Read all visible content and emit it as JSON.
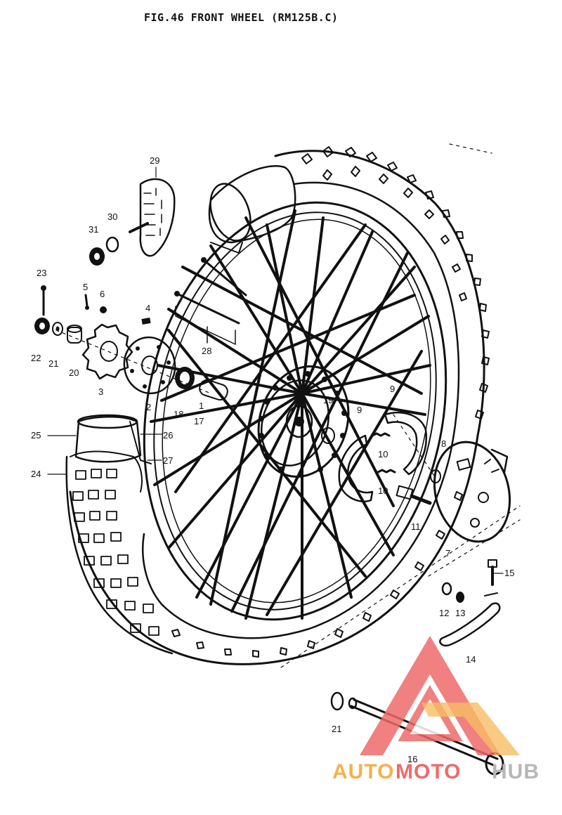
{
  "figure": {
    "title": "FIG.46  FRONT WHEEL (RM125B.C)"
  },
  "callouts": {
    "c1": "1",
    "c2": "2",
    "c3": "3",
    "c4": "4",
    "c5": "5",
    "c6": "6",
    "c7": "7",
    "c8": "8",
    "c9a": "9",
    "c9b": "9",
    "c10a": "10",
    "c10b": "10",
    "c11": "11",
    "c12": "12",
    "c13": "13",
    "c14": "14",
    "c15": "15",
    "c16": "16",
    "c17": "17",
    "c18": "18",
    "c19": "19",
    "c20": "20",
    "c21a": "21",
    "c21b": "21",
    "c22": "22",
    "c23": "23",
    "c24": "24",
    "c25": "25",
    "c26": "26",
    "c27": "27",
    "c28": "28",
    "c29": "29",
    "c30": "30",
    "c31": "31"
  },
  "watermark": {
    "part1": "AUTO",
    "part2": "MOTO",
    "part3": "HUB",
    "color_orange": "#f5b14a",
    "color_red": "#ef6a6a",
    "color_grey": "#b7b7b7"
  }
}
